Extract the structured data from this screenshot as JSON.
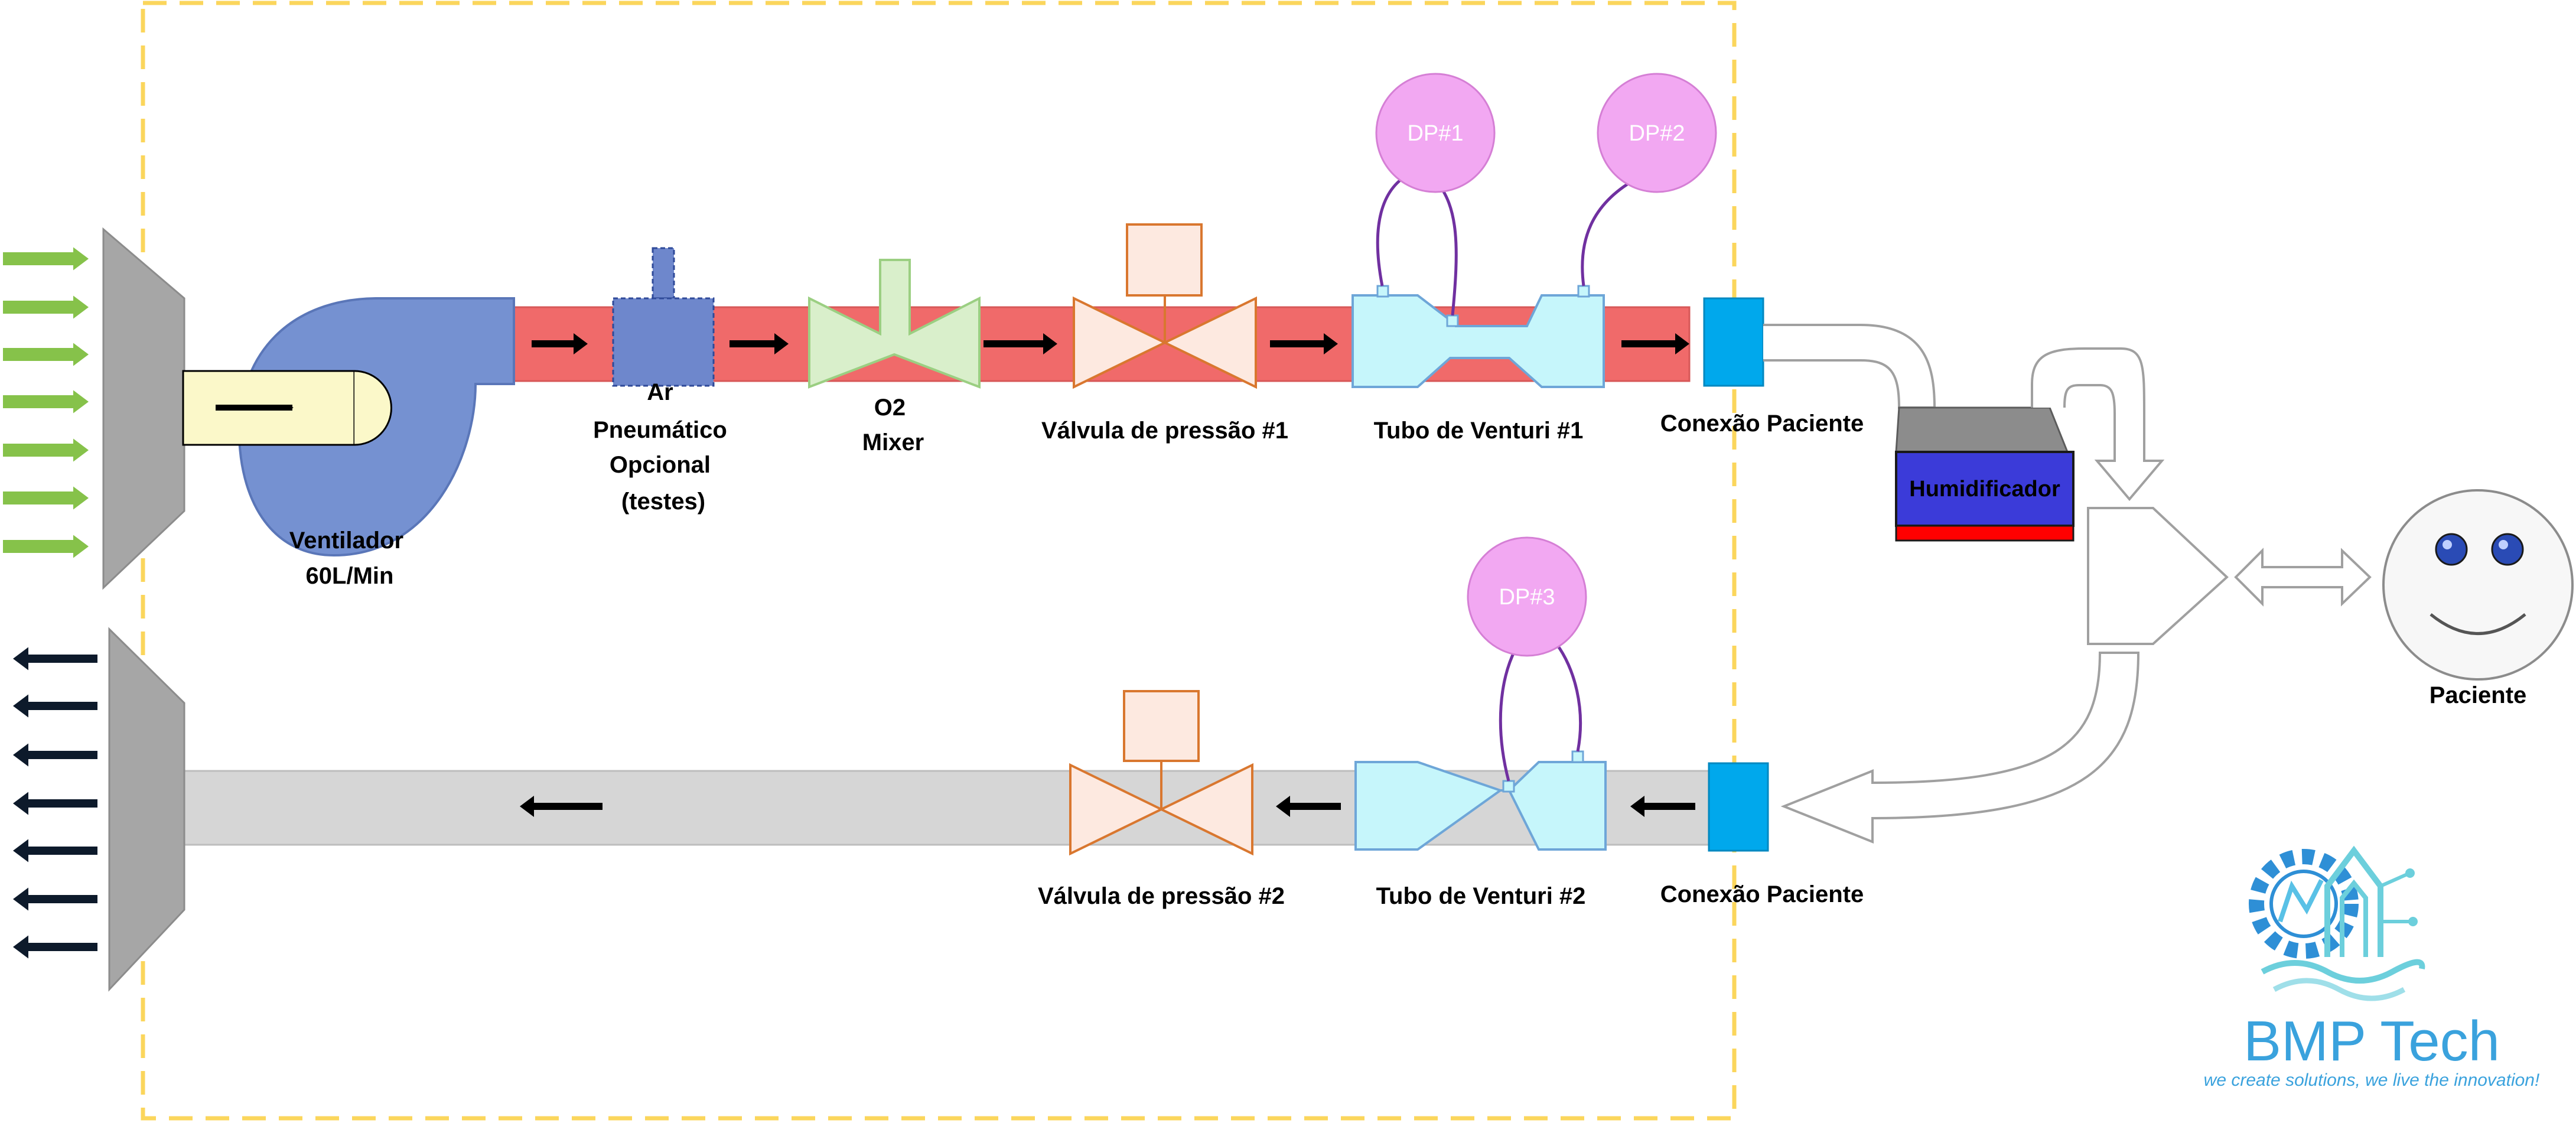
{
  "colors": {
    "supply_pipe": "#f06a6a",
    "return_pipe": "#d6d6d6",
    "venturi": "#c6f6fb",
    "valve": "#fde9e0",
    "valve_stroke": "#d9772f",
    "dp": "#f2a8f2",
    "dp_wire": "#7030a0",
    "patient_conn": "#00a8ec",
    "humidifier": "#3b3bd9",
    "humidifier_base": "#ff0000",
    "fan": "#7591d1",
    "boundary": "#fbd65c",
    "intake_arrow": "#86c24a",
    "exhaust_arrow": "#0d1a2b",
    "brand": "#3aa2dd"
  },
  "labels": {
    "ventilador": [
      "Ventilador",
      "60L/Min"
    ],
    "ar": [
      "Ar",
      "Pneumático",
      "Opcional",
      "(testes)"
    ],
    "o2": [
      "O2",
      "Mixer"
    ],
    "valve1": "Válvula de pressão #1",
    "venturi1": "Tubo de Venturi #1",
    "conn1": "Conexão Paciente",
    "valve2": "Válvula de pressão #2",
    "venturi2": "Tubo de Venturi #2",
    "conn2": "Conexão Paciente",
    "humidificador": "Humidificador",
    "paciente": "Paciente",
    "dp1": "DP#1",
    "dp2": "DP#2",
    "dp3": "DP#3"
  },
  "logo": {
    "name": "BMP Tech",
    "tagline": "we create solutions, we live the innovation!"
  }
}
